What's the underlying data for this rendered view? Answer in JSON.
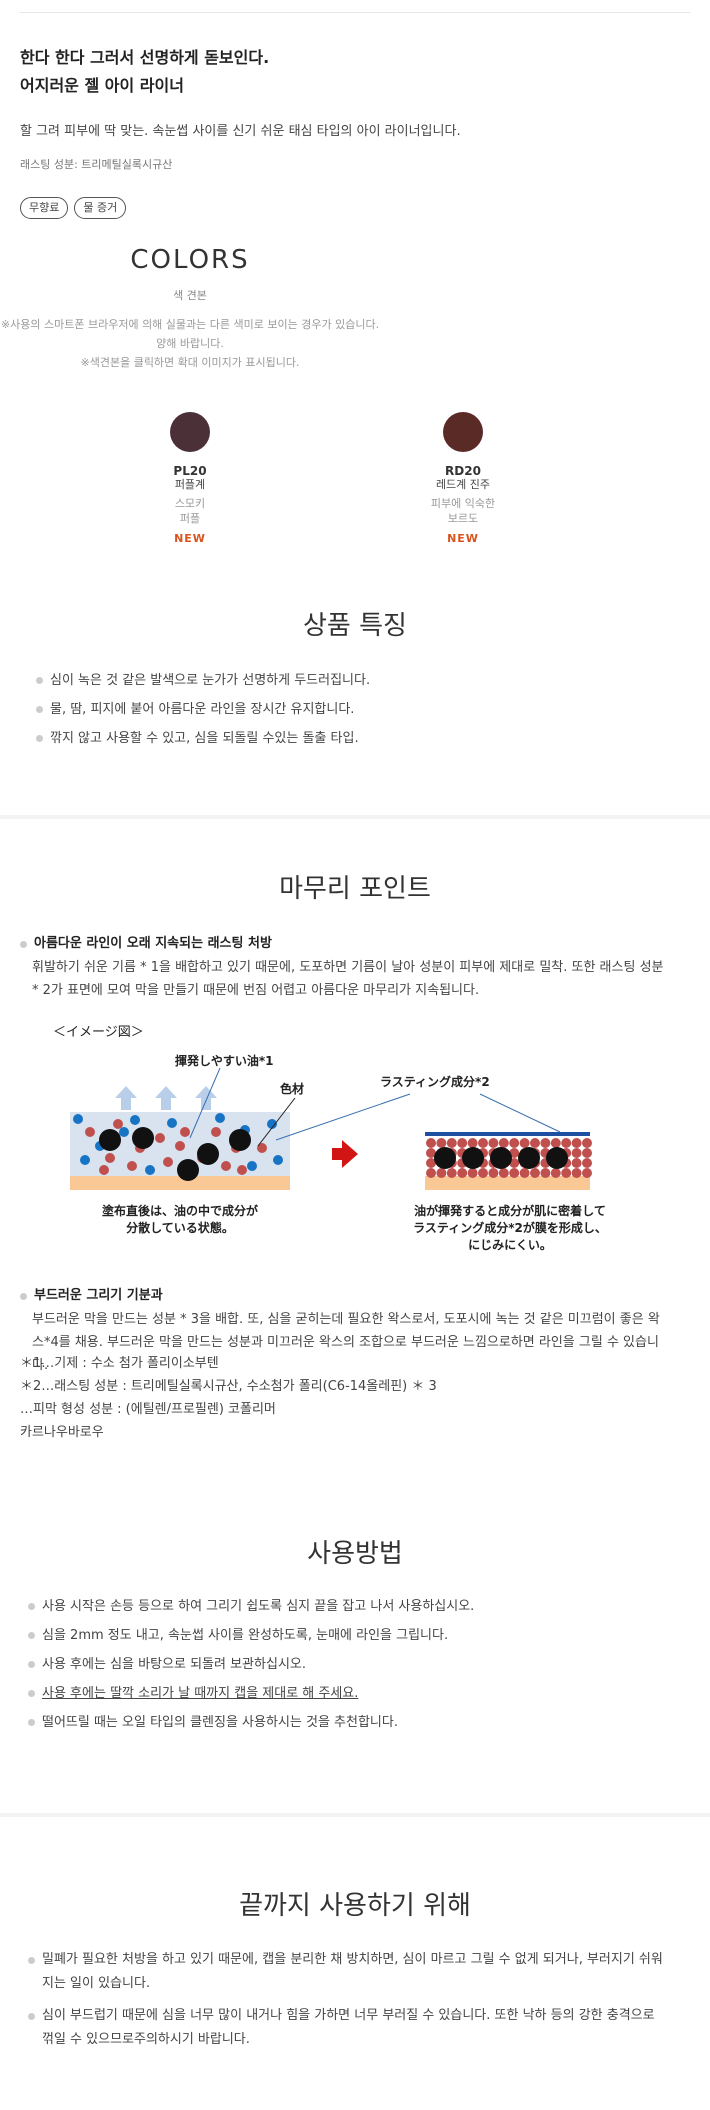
{
  "headline": {
    "line1": "한다 한다 그러서 선명하게 돋보인다.",
    "line2": "어지러운 젤 아이 라이너"
  },
  "description": "할 그려 피부에 딱 맞는. 속눈썹 사이를 신기 쉬운 태심 타입의 아이 라이너입니다.",
  "ingredient": "래스팅 성분: 트리메틸실록시규산",
  "tags": [
    "무향료",
    "물 증거"
  ],
  "colors": {
    "title": "COLORS",
    "subtitle": "색 견본",
    "notes": [
      "※사용의 스마트폰 브라우저에 의해 실물과는 다른 색미로 보이는 경우가 있습니다.",
      "양해 바랍니다.",
      "※색견본을 클릭하면 확대 이미지가 표시됩니다."
    ],
    "swatches": [
      {
        "code": "PL20",
        "name": "퍼플계",
        "desc1": "스모키",
        "desc2": "퍼플",
        "badge": "NEW",
        "color": "#4b3038"
      },
      {
        "code": "RD20",
        "name": "레드계 진주",
        "desc1": "피부에 익숙한",
        "desc2": "보르도",
        "badge": "NEW",
        "color": "#5a2a27"
      }
    ]
  },
  "features": {
    "title": "상품 특징",
    "items": [
      "심이 녹은 것 같은 발색으로 눈가가 선명하게 두드러집니다.",
      "물, 땀, 피지에 붙어 아름다운 라인을 장시간 유지합니다.",
      "깎지 않고 사용할 수 있고, 심을 되돌릴 수있는 돌출 타입."
    ]
  },
  "finish": {
    "title": "마무리 포인트",
    "point1_title": "아름다운 라인이 오래 지속되는 래스팅 처방",
    "point1_body": "휘발하기 쉬운 기름 * 1을 배합하고 있기 때문에, 도포하면 기름이 날아 성분이 피부에 제대로 밀착. 또한 래스팅 성분 * 2가 표면에 모여 막을 만들기 때문에 번짐 어렵고 아름다운 마무리가 지속됩니다.",
    "diagram": {
      "header": "＜イメージ図＞",
      "label_oil": "揮発しやすい油*1",
      "label_color": "色材",
      "label_lasting": "ラスティング成分*2",
      "caption_left1": "塗布直後は、油の中で成分が",
      "caption_left2": "分散している状態。",
      "caption_right1": "油が揮発すると成分が肌に密着して",
      "caption_right2": "ラスティング成分*2が膜を形成し、",
      "caption_right3": "にじみにくい。"
    },
    "point2_title": "부드러운 그리기 기분과",
    "point2_body": "부드러운 막을 만드는 성분 * 3을 배합. 또, 심을 굳히는데 필요한 왁스로서, 도포시에 녹는 것 같은 미끄럼이 좋은 왁스*4를 채용. 부드러운 막을 만드는 성분과 미끄러운 왁스의 조합으로 부드러운 느낌으로하면 라인을 그릴 수 있습니다.",
    "footnotes": [
      "＊1…기제 : 수소 첨가 폴리이소부텐",
      "＊2…래스팅 성분 : 트리메틸실록시규산, 수소첨가 폴리(C6-14올레핀) ＊ 3",
      "…피막 형성 성분 : (에틸렌/프로필렌) 코폴리머",
      "카르나우바로우"
    ]
  },
  "usage": {
    "title": "사용방법",
    "items": [
      "사용 시작은 손등 등으로 하여 그리기 쉽도록 심지 끝을 잡고 나서 사용하십시오.",
      "심을 2mm 정도 내고, 속눈썹 사이를 완성하도록, 눈매에 라인을 그립니다.",
      "사용 후에는 심을 바탕으로 되돌려 보관하십시오.",
      "사용 후에는 딸깍 소리가 날 때까지 캡을 제대로 해 주세요.",
      "떨어뜨릴 때는 오일 타입의 클렌징을 사용하시는 것을 추천합니다."
    ]
  },
  "care": {
    "title": "끝까지 사용하기 위해",
    "items": [
      "밀폐가 필요한 처방을 하고 있기 때문에, 캡을 분리한 채 방치하면, 심이 마르고 그릴 수 없게 되거나, 부러지기 쉬워지는 일이 있습니다.",
      "심이 부드럽기 때문에 심을 너무 많이 내거나 힘을 가하면 너무 부러질 수 있습니다. 또한 낙하 등의 강한 충격으로 꺾일 수 있으므로주의하시기 바랍니다."
    ]
  }
}
